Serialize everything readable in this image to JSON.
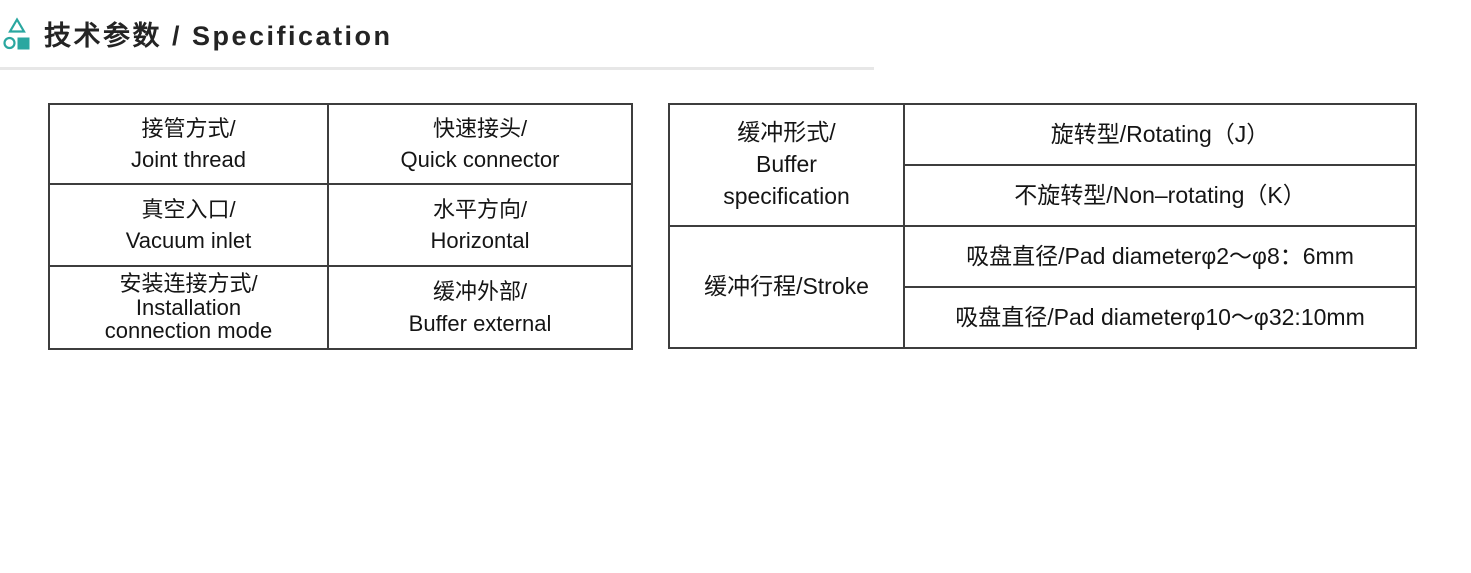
{
  "colors": {
    "accent_teal": "#2aa7a0",
    "table_border": "#3d3d3d",
    "text": "#151515",
    "divider_gray": "#e7e7e7"
  },
  "header": {
    "title": "技术参数 / Specification",
    "icon": "geometric-shapes-icon"
  },
  "left_table": {
    "rows": [
      {
        "param": [
          "接管方式/",
          "Joint thread"
        ],
        "value": [
          "快速接头/",
          "Quick connector"
        ]
      },
      {
        "param": [
          "真空入口/",
          "Vacuum inlet"
        ],
        "value": [
          "水平方向/",
          "Horizontal"
        ]
      },
      {
        "param": [
          "安装连接方式/",
          "Installation",
          "connection mode"
        ],
        "value": [
          "缓冲外部/",
          "Buffer external"
        ]
      }
    ]
  },
  "right_table": {
    "groups": [
      {
        "param": [
          "缓冲形式/",
          "Buffer",
          "specification"
        ],
        "values": [
          "旋转型/Rotating（J）",
          "不旋转型/Non–rotating（K）"
        ]
      },
      {
        "param": [
          "缓冲行程/Stroke"
        ],
        "values": [
          "吸盘直径/Pad diameterφ2～φ8：6mm",
          "吸盘直径/Pad diameterφ10～φ32:10mm"
        ]
      }
    ]
  }
}
